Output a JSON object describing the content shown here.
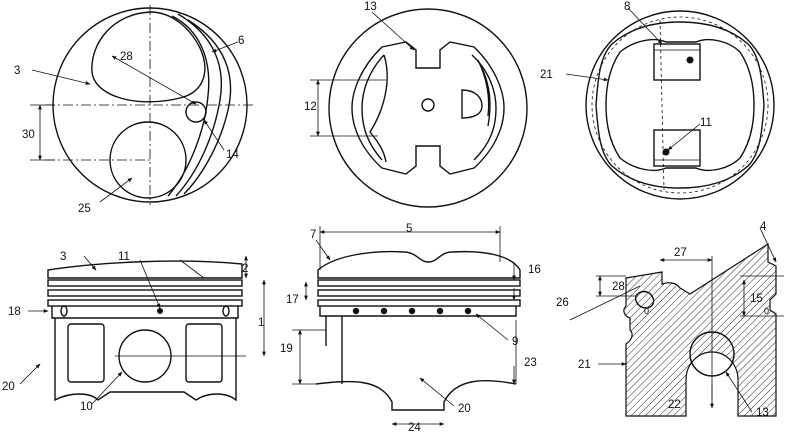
{
  "figure": {
    "labels": {
      "l_3a": "3",
      "l_28a": "28",
      "l_6": "6",
      "l_30": "30",
      "l_14": "14",
      "l_25": "25",
      "l_13a": "13",
      "l_12": "12",
      "l_8a": "8",
      "l_21a": "21",
      "l_11a": "11",
      "l_3b": "3",
      "l_11b": "11",
      "l_2": "2",
      "l_18a": "18",
      "l_1": "1",
      "l_20a": "20",
      "l_10": "10",
      "l_7": "7",
      "l_5": "5",
      "l_16": "16",
      "l_17": "17",
      "l_19": "19",
      "l_9": "9",
      "l_23": "23",
      "l_20b": "20",
      "l_24": "24",
      "l_4": "4",
      "l_27": "27",
      "l_28b": "28",
      "l_26": "26",
      "l_15": "15",
      "l_21b": "21",
      "l_22": "22",
      "l_13b": "13",
      "l_0a": "0",
      "l_0b": "0"
    }
  }
}
